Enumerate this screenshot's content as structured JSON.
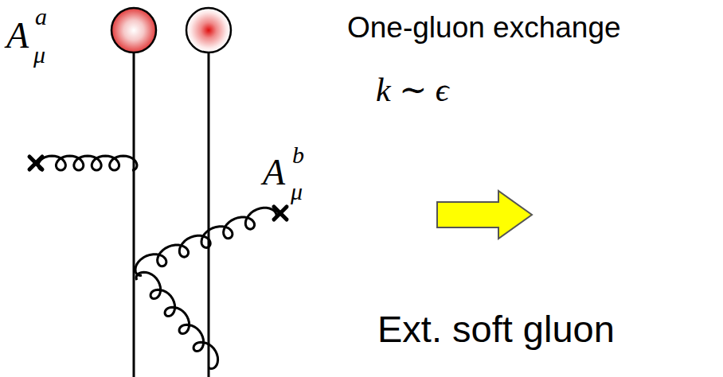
{
  "diagram": {
    "labels": [
      "A",
      "a",
      "μ",
      "A",
      "b",
      "μ",
      "One-gluon exchange",
      "k ∼ ϵ",
      "Ext. soft gluon"
    ]
  }
}
